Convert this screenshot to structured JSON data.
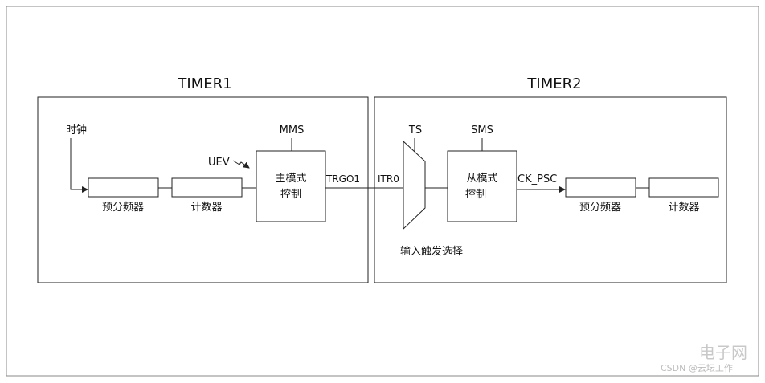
{
  "timer1": {
    "title": "TIMER1",
    "clock_label": "时钟",
    "prescaler_label": "预分频器",
    "counter_label": "计数器",
    "uev_label": "UEV",
    "mms_label": "MMS",
    "master_mode_line1": "主模式",
    "master_mode_line2": "控制",
    "trgo_label": "TRGO1"
  },
  "timer2": {
    "title": "TIMER2",
    "itr_label": "ITR0",
    "ts_label": "TS",
    "sms_label": "SMS",
    "slave_mode_line1": "从模式",
    "slave_mode_line2": "控制",
    "ck_psc_label": "CK_PSC",
    "prescaler_label": "预分频器",
    "counter_label": "计数器",
    "input_trigger_label": "输入触发选择"
  },
  "watermark": {
    "brand": "电子网",
    "sub": "CSDN @云坛工作"
  }
}
